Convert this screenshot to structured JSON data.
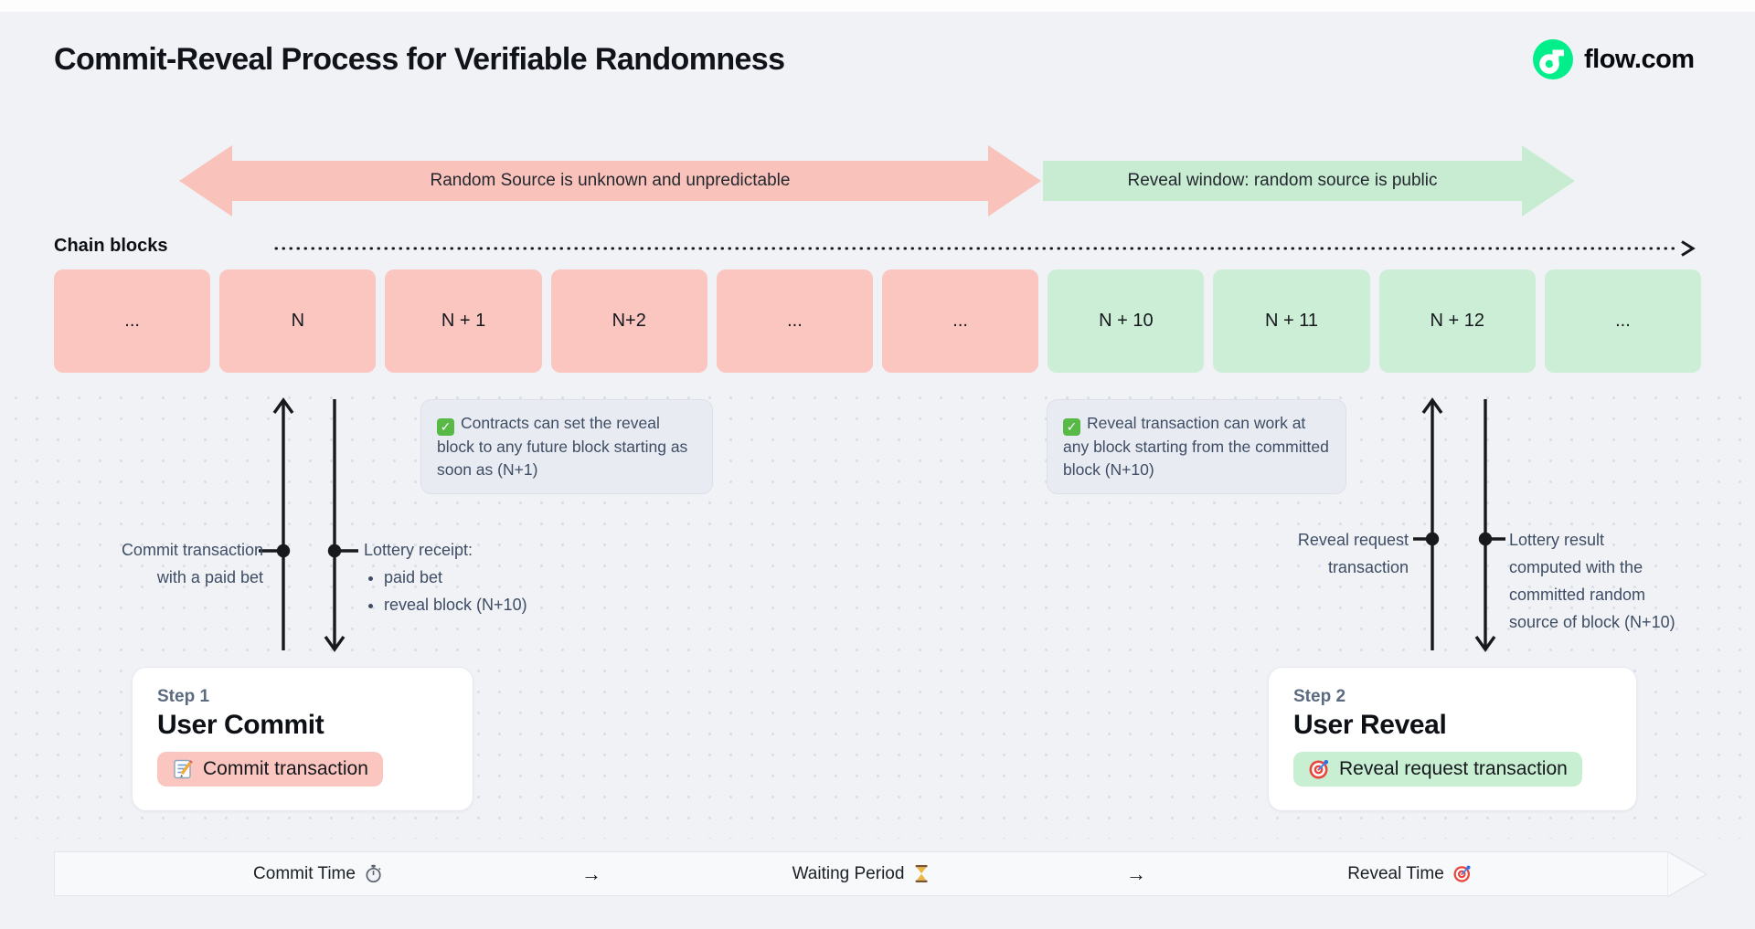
{
  "header": {
    "title": "Commit-Reveal Process for Verifiable Randomness",
    "brand": "flow.com"
  },
  "phases": {
    "commit_label": "Random Source is unknown and unpredictable",
    "reveal_label": "Reveal window: random source is public"
  },
  "chain": {
    "label": "Chain blocks",
    "blocks": [
      {
        "label": "...",
        "phase": "commit"
      },
      {
        "label": "N",
        "phase": "commit"
      },
      {
        "label": "N + 1",
        "phase": "commit"
      },
      {
        "label": "N+2",
        "phase": "commit"
      },
      {
        "label": "...",
        "phase": "commit"
      },
      {
        "label": "...",
        "phase": "commit"
      },
      {
        "label": "N + 10",
        "phase": "reveal"
      },
      {
        "label": "N + 11",
        "phase": "reveal"
      },
      {
        "label": "N + 12",
        "phase": "reveal"
      },
      {
        "label": "...",
        "phase": "reveal"
      }
    ]
  },
  "notes": {
    "commit_note": "Contracts can set the reveal block to any future block starting as soon as (N+1)",
    "reveal_note": "Reveal transaction can work at any block starting from the committed block (N+10)",
    "check_glyph": "✓"
  },
  "annotations": {
    "commit_tx": {
      "line1": "Commit transaction",
      "line2": "with a paid bet"
    },
    "lottery_receipt": {
      "title": "Lottery receipt:",
      "bullet1": "paid bet",
      "bullet2": "reveal block (N+10)"
    },
    "reveal_request": {
      "line1": "Reveal request",
      "line2": "transaction"
    },
    "lottery_result": {
      "line1": "Lottery result",
      "line2": "computed with the",
      "line3": "committed random",
      "line4": "source of block (N+10)"
    }
  },
  "steps": {
    "step1": {
      "eyebrow": "Step 1",
      "title": "User Commit",
      "badge": "Commit transaction"
    },
    "step2": {
      "eyebrow": "Step 2",
      "title": "User Reveal",
      "badge": "Reveal request transaction"
    }
  },
  "timeline": {
    "commit": "Commit Time",
    "arrow1": "→",
    "waiting": "Waiting Period",
    "arrow2": "→",
    "reveal": "Reveal Time"
  },
  "icons": {
    "flow_logo": "flow-circle-logo",
    "note_check": "✅",
    "commit_badge": "📝",
    "reveal_badge": "🎯",
    "commit_time": "⏱",
    "waiting_period": "⏳",
    "reveal_time": "🎯"
  },
  "colors": {
    "page_bg": "#f0f2f6",
    "commit_pink": "#f9c3bc",
    "commit_block_pink": "#fbc6c0",
    "reveal_green": "#c8ecd2",
    "reveal_block_green": "#cdeed6",
    "ink": "#14181f",
    "slate": "#3e4d64",
    "flow_green": "#00ef8b"
  }
}
